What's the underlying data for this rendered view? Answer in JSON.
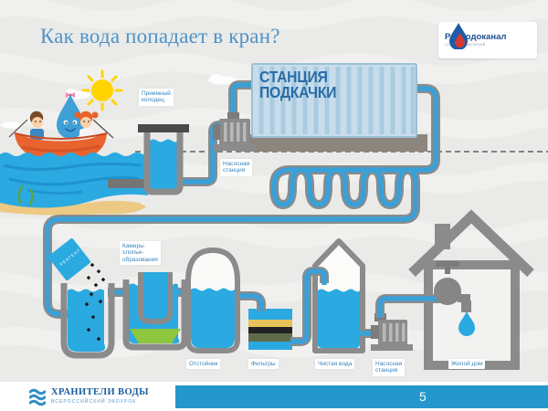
{
  "title": "Как вода попадает в кран?",
  "logo": {
    "name": "Росводоканал",
    "tagline": "группа компаний"
  },
  "station": {
    "label": "СТАНЦИЯ\nПОДКАЧКИ"
  },
  "labels": {
    "intake_well": "Приемный\nколодец",
    "pump_station_1": "Насосная\nстанция",
    "flocculation": "Камеры\nхлопье-\nобразования",
    "reagent": "РЕАГЕНТ",
    "settling_tank": "Отстойник",
    "filters": "Фильтры",
    "clean_water": "Чистая вода",
    "pump_station_2": "Насосная\nстанция",
    "house": "Жилой дом"
  },
  "footer": {
    "brand": "ХРАНИТЕЛИ ВОДЫ",
    "subtitle": "ВСЕРОССИЙСКИЙ ЭКОУРОК",
    "page_number": "5"
  },
  "colors": {
    "water_blue": "#2ba9e1",
    "pipe_blue": "#3aa0d8",
    "bar_blue": "#2497cc",
    "title_blue": "#4e93c8",
    "label_blue": "#3884bd",
    "station_text": "#2a6ca6",
    "sediment_green": "#8dc63f",
    "sand": "#ecca84",
    "sun_yellow": "#ffd400",
    "boat_orange": "#e8632e",
    "structure_gray": "#8b8b8b",
    "logo_red": "#d63a30",
    "logo_blue": "#1e5ba8"
  }
}
